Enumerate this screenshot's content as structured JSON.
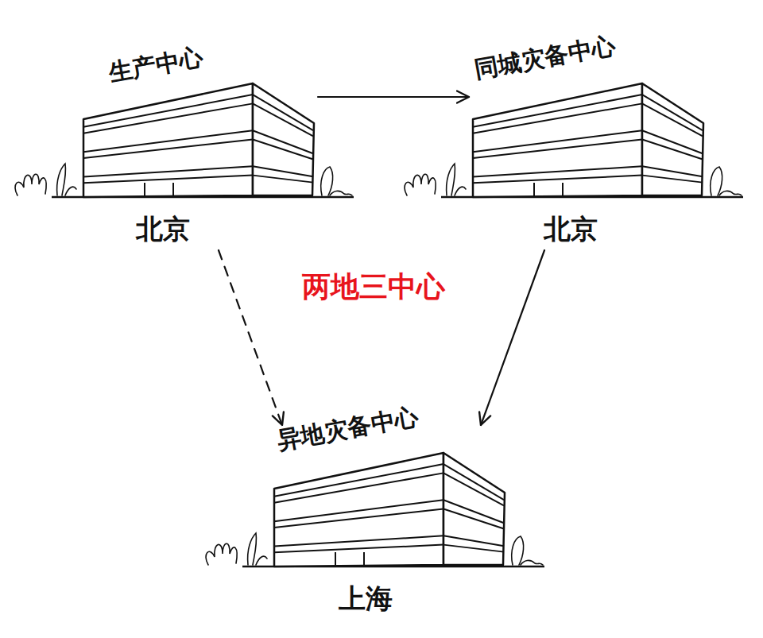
{
  "diagram": {
    "nodes": [
      {
        "text": [
          "生产中心",
          "北京"
        ]
      },
      {
        "text": [
          "同城灾备中心",
          "北京"
        ]
      },
      {
        "text": [
          "异地灾备中心",
          "上海"
        ]
      }
    ],
    "edges": [
      {
        "from": 0,
        "to": 1,
        "arrow": "to"
      },
      {
        "from": 0,
        "to": 2,
        "arrow": "to"
      },
      {
        "from": 1,
        "to": 2,
        "arrow": "to"
      }
    ],
    "labels": [
      "两地三中心"
    ]
  }
}
